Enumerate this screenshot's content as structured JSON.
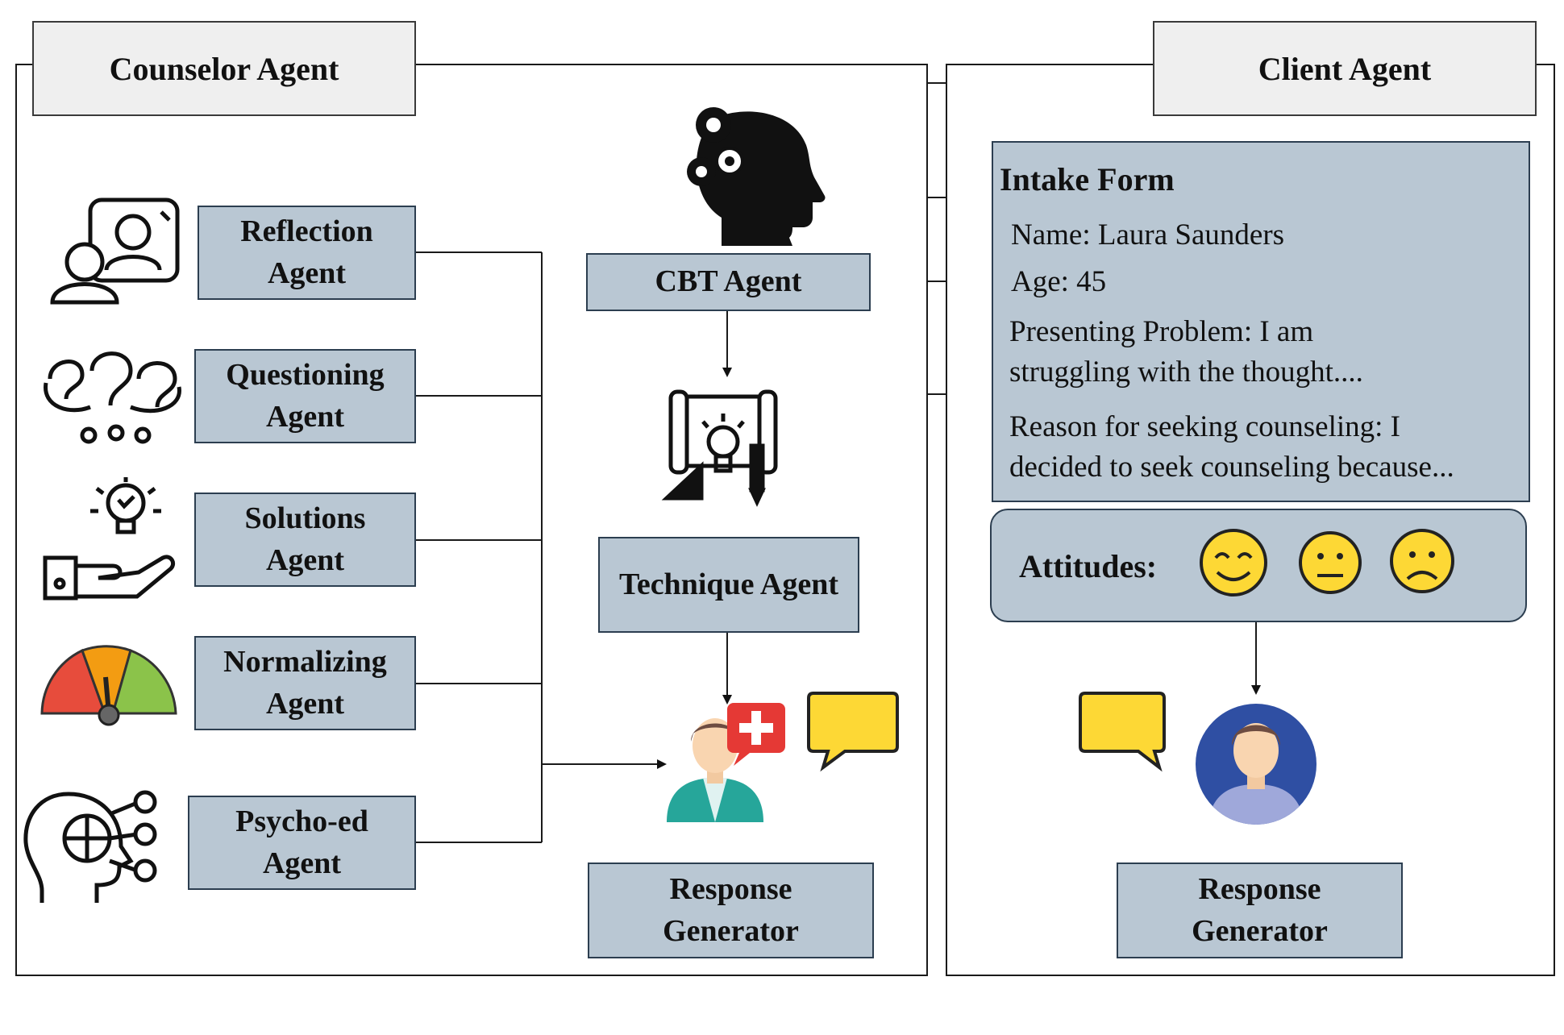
{
  "counselor": {
    "title": "Counselor Agent",
    "sub_agents": [
      {
        "id": "reflection",
        "label": "Reflection\nAgent",
        "icon": "people-frame-icon"
      },
      {
        "id": "questioning",
        "label": "Questioning\nAgent",
        "icon": "question-marks-icon"
      },
      {
        "id": "solutions",
        "label": "Solutions\nAgent",
        "icon": "hand-lightbulb-icon"
      },
      {
        "id": "normalizing",
        "label": "Normalizing\nAgent",
        "icon": "mood-gauge-icon"
      },
      {
        "id": "psychoed",
        "label": "Psycho-ed\nAgent",
        "icon": "head-checklist-icon"
      }
    ],
    "cbt_agent": "CBT Agent",
    "technique_agent": "Technique Agent",
    "response_generator": "Response\nGenerator"
  },
  "client": {
    "title": "Client Agent",
    "intake_form": {
      "title": "Intake Form",
      "name": "Name: Laura Saunders",
      "age": "Age: 45",
      "problem": "Presenting Problem: I am\nstruggling with the thought....",
      "reason": "Reason for seeking counseling: I\ndecided to seek counseling because..."
    },
    "attitudes_label": "Attitudes:",
    "attitudes": [
      "smiling-face-icon",
      "neutral-face-icon",
      "frowning-face-icon"
    ],
    "response_generator": "Response\nGenerator"
  },
  "colors": {
    "box_fill": "#b9c7d3",
    "header_fill": "#efefef",
    "speech_bubble": "#fdd835",
    "emoji": "#fdd835",
    "medical_red": "#e53935",
    "scrub_green": "#26a69a",
    "client_circle": "#2f4fa3"
  }
}
